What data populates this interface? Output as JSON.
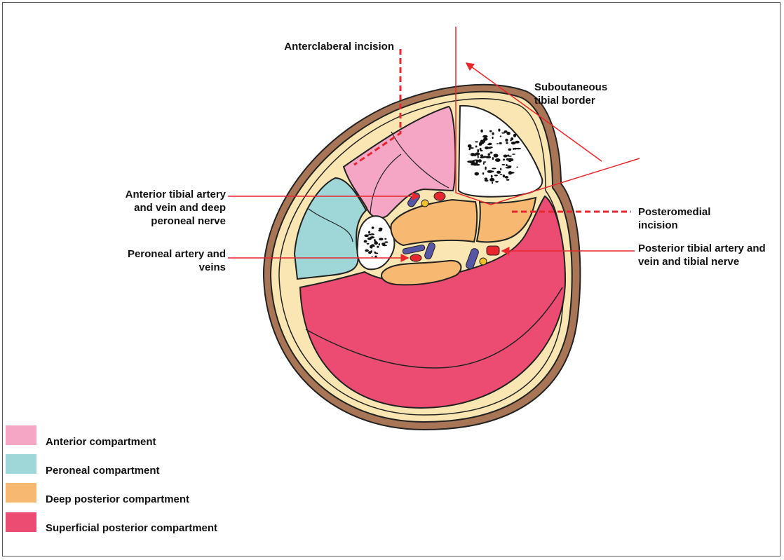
{
  "labels": {
    "anterolateral_incision": "Anterclaberal incision",
    "subcutaneous_border": "Suboutaneous tibial border",
    "anterior_tibial": "Anterior tibial artery and vein and deep peroneal nerve",
    "peroneal_artery": "Peroneal artery and veins",
    "posteromedial_incision": "Posteromedial incision",
    "posterior_tibial": "Posterior tibial artery and vein and tibial nerve"
  },
  "legend": [
    {
      "label": "Anterior compartment",
      "color": "#f4a6c4"
    },
    {
      "label": "Peroneal compartment",
      "color": "#9fd6d8"
    },
    {
      "label": "Deep posterior compartment",
      "color": "#f7b871"
    },
    {
      "label": "Superficial posterior compartment",
      "color": "#ec4c72"
    }
  ],
  "colors": {
    "skin": "#a87656",
    "fat": "#f9e6b3",
    "artery": "#e8262d",
    "vein": "#5655a6",
    "nerve": "#f4c02a",
    "pointer": "#e8262d"
  }
}
